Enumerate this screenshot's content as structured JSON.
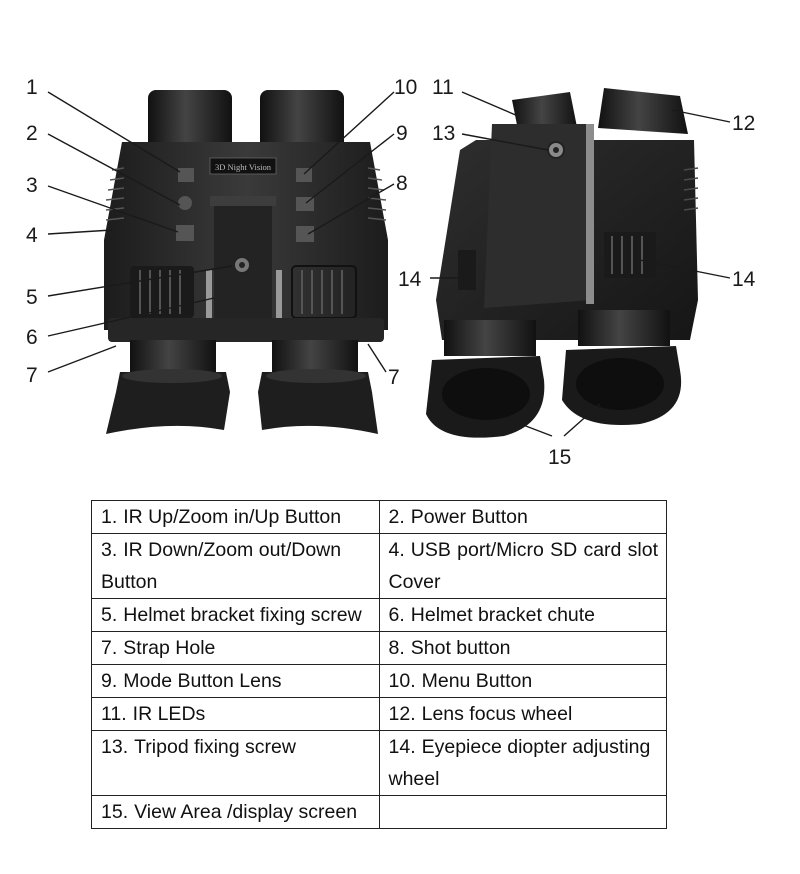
{
  "figure": {
    "badge_text": "3D Night Vision",
    "callouts_front": [
      "1",
      "2",
      "3",
      "4",
      "5",
      "6",
      "7",
      "7",
      "8",
      "9",
      "10"
    ],
    "callouts_back": [
      "11",
      "12",
      "13",
      "14",
      "14",
      "15"
    ]
  },
  "table": {
    "rows": [
      [
        {
          "num": "1.",
          "text": "IR Up/Zoom in/Up Button"
        },
        {
          "num": "2.",
          "text": "Power Button"
        }
      ],
      [
        {
          "num": "3.",
          "text": "IR Down/Zoom out/Down Button"
        },
        {
          "num": "4.",
          "text": "USB port/Micro SD card slot Cover"
        }
      ],
      [
        {
          "num": "5.",
          "text": "Helmet bracket fixing screw"
        },
        {
          "num": "6.",
          "text": "Helmet bracket chute"
        }
      ],
      [
        {
          "num": "7.",
          "text": "Strap Hole"
        },
        {
          "num": "8.",
          "text": "Shot button"
        }
      ],
      [
        {
          "num": "9.",
          "text": "Mode Button Lens"
        },
        {
          "num": "10.",
          "text": "Menu Button"
        }
      ],
      [
        {
          "num": "11.",
          "text": "IR LEDs"
        },
        {
          "num": "12.",
          "text": "Lens focus wheel"
        }
      ],
      [
        {
          "num": "13.",
          "text": "Tripod fixing screw"
        },
        {
          "num": "14.",
          "text": "Eyepiece diopter adjusting wheel"
        }
      ],
      [
        {
          "num": "15.",
          "text": "View Area /display screen"
        },
        {
          "num": "",
          "text": ""
        }
      ]
    ]
  }
}
